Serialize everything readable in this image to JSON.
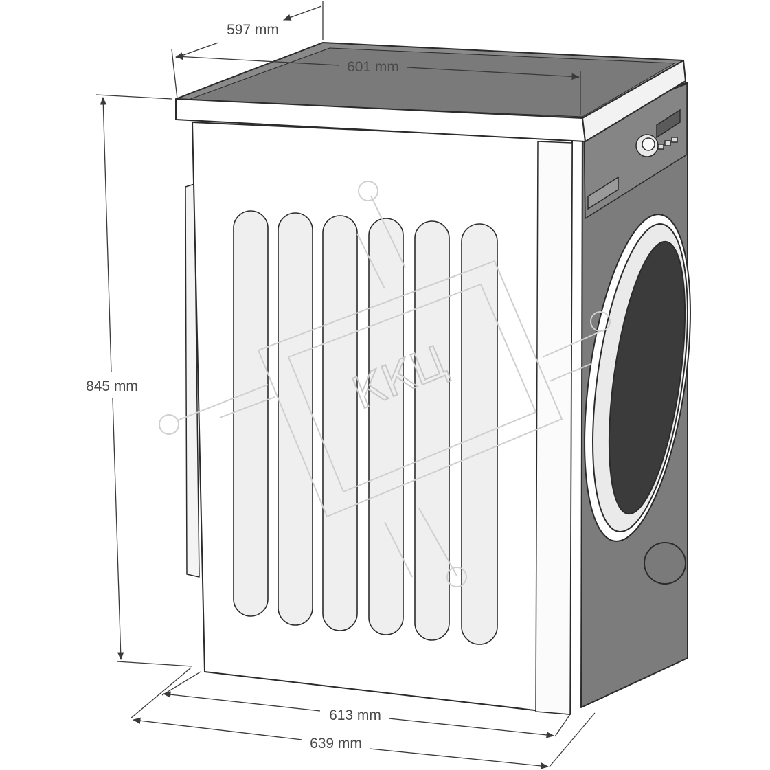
{
  "dimensions": {
    "depth_top": "597 mm",
    "width_top": "601 mm",
    "height": "845 mm",
    "depth_body": "613 mm",
    "depth_total": "639 mm"
  },
  "watermark": {
    "text": "ККЦ"
  },
  "colors": {
    "outline": "#2b2b2b",
    "dimension_line": "#3a3a3a",
    "top_panel": "#8a8a8a",
    "front_panel": "#7c7c7c",
    "door_glass": "#3b3b3b",
    "side_panel": "#ffffff",
    "vent": "#efefef",
    "watermark": "#cfcfcf"
  }
}
